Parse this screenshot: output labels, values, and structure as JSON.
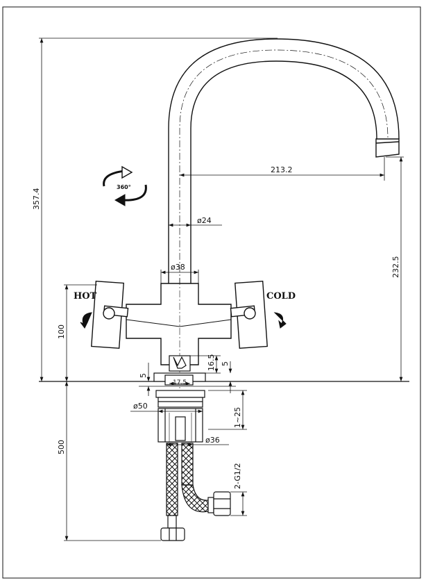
{
  "labels": {
    "hot": "HOT",
    "cold": "COLD",
    "rotation": "360°"
  },
  "dimensions": {
    "total_height": "357.4",
    "spout_reach": "213.2",
    "spout_diameter": "ø24",
    "body_diameter": "ø38",
    "spout_outlet_height": "232.5",
    "handle_height": "100",
    "cartridge_height": "16.5",
    "base_offset": "5",
    "deck_thickness": "5",
    "base_width": "17.5",
    "shank_diameter": "ø50",
    "deck_range": "1~25",
    "nut_diameter": "ø36",
    "hose_length": "500",
    "hose_thread": "2-G1/2"
  }
}
